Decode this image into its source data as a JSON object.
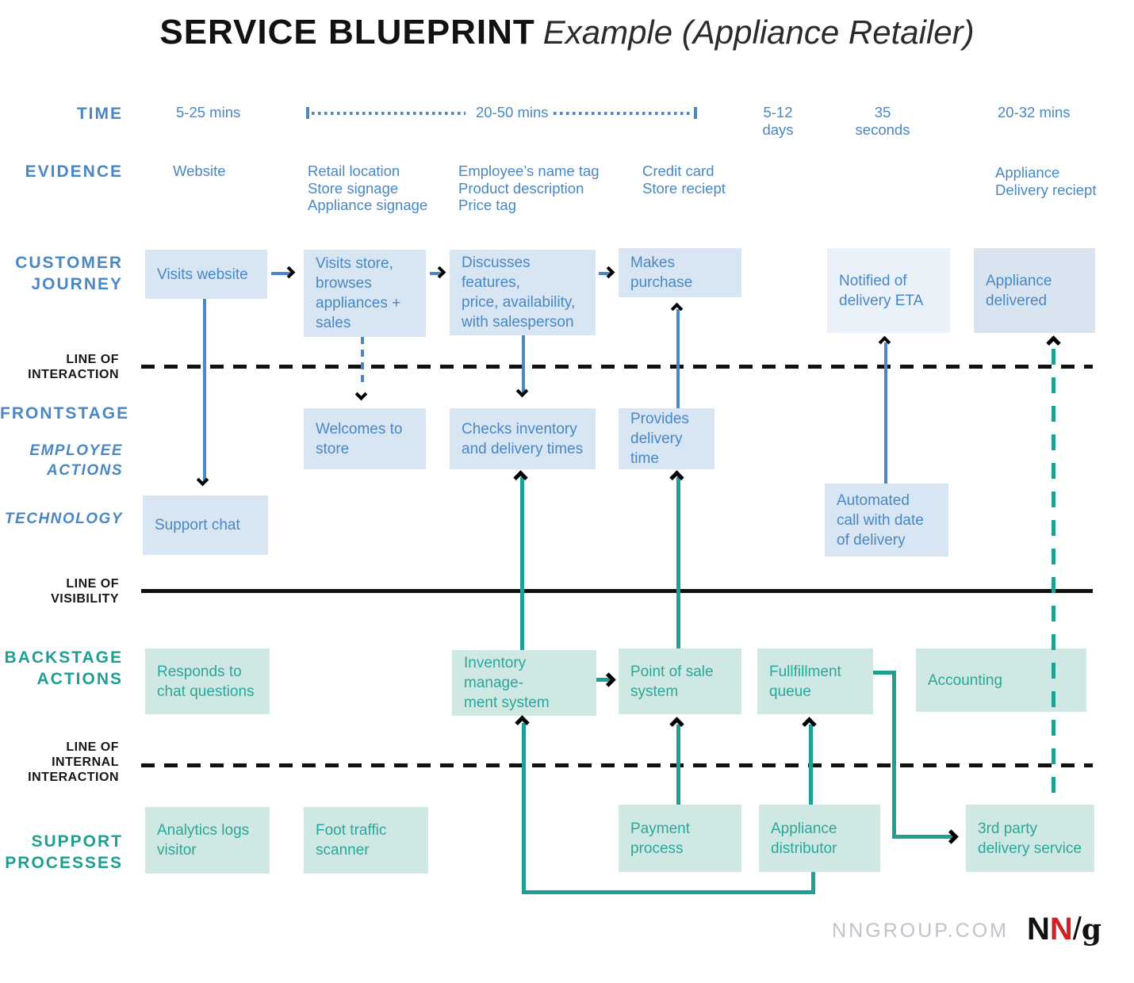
{
  "title": {
    "main": "SERVICE BLUEPRINT",
    "sub": "Example (Appliance Retailer)"
  },
  "colors": {
    "blue": "#4a87c5",
    "teal": "#1ea193",
    "blue_box": "#d8e5f2",
    "blue_box_light": "#eaf1f9",
    "teal_box": "#d0e8e3",
    "line_black": "#111111",
    "footer_gray": "#c2c2ca",
    "logo_red": "#d22027"
  },
  "lanes": {
    "time": {
      "label": "TIME"
    },
    "evidence": {
      "label": "EVIDENCE"
    },
    "customer_journey": {
      "label": "CUSTOMER\nJOURNEY"
    },
    "frontstage": {
      "label": "FRONTSTAGE",
      "sublabel": "EMPLOYEE\nACTIONS"
    },
    "technology": {
      "label": "TECHNOLOGY"
    },
    "backstage": {
      "label": "BACKSTAGE\nACTIONS"
    },
    "support": {
      "label": "SUPPORT\nPROCESSES"
    }
  },
  "dividers": {
    "interaction": "LINE OF\nINTERACTION",
    "visibility": "LINE OF\nVISIBILITY",
    "internal": "LINE OF\nINTERNAL\nINTERACTION"
  },
  "time": {
    "t1": "5-25 mins",
    "t2": "20-50 mins",
    "t3": "5-12\ndays",
    "t4": "35\nseconds",
    "t5": "20-32 mins"
  },
  "evidence": {
    "e1": "Website",
    "e2": "Retail location\nStore signage\nAppliance signage",
    "e3": "Employee’s name tag\nProduct description\nPrice tag",
    "e4": "Credit card\nStore reciept",
    "e5": "Appliance\nDelivery reciept"
  },
  "journey": {
    "visits_website": "Visits website",
    "visits_store": "Visits store,\nbrowses\nappliances +\nsales",
    "discusses": "Discusses features,\nprice, availability,\nwith salesperson",
    "makes_purchase": "Makes purchase",
    "notified": "Notified of\ndelivery ETA",
    "delivered": "Appliance\ndelivered"
  },
  "frontstage": {
    "welcomes": "Welcomes to\nstore",
    "checks": "Checks inventory\nand delivery times",
    "provides": "Provides\ndelivery time"
  },
  "technology": {
    "support_chat": "Support chat",
    "automated_call": "Automated\ncall with date\nof delivery"
  },
  "backstage": {
    "responds": "Responds to\nchat questions",
    "inventory": "Inventory manage-\nment system",
    "pos": "Point of sale\nsystem",
    "fulfillment": "Fullfillment\nqueue",
    "accounting": "Accounting"
  },
  "support": {
    "analytics": "Analytics logs\nvisitor",
    "foot_traffic": "Foot traffic\nscanner",
    "payment": "Payment\nprocess",
    "distributor": "Appliance\ndistributor",
    "third_party": "3rd party\ndelivery service"
  },
  "footer": {
    "site": "NNGROUP.COM",
    "logo_n1": "N",
    "logo_n2": "N",
    "logo_slash": "/",
    "logo_g": "g"
  }
}
